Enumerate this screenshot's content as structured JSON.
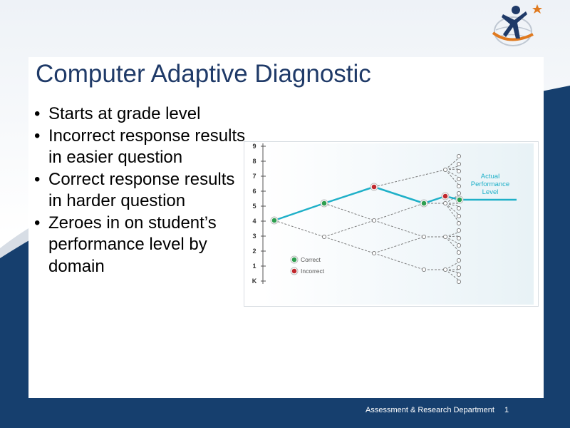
{
  "slide": {
    "title": "Computer Adaptive Diagnostic",
    "bullets": [
      "Starts at grade level",
      "Incorrect response results in easier question",
      "Correct response results in harder question",
      "Zeroes in on student’s performance level by domain"
    ]
  },
  "diagram": {
    "y_ticks": [
      "9",
      "8",
      "7",
      "6",
      "5",
      "4",
      "3",
      "2",
      "1",
      "K"
    ],
    "path_label_lines": [
      "Actual",
      "Performance",
      "Level"
    ],
    "legend": [
      {
        "label": "Correct",
        "color": "#2e9e4f"
      },
      {
        "label": "Incorrect",
        "color": "#c0282d"
      }
    ],
    "path_color": "#1fb0c8"
  },
  "footer": {
    "department": "Assessment & Research Department",
    "page_number": "1"
  },
  "colors": {
    "title": "#1f3a68",
    "navy": "#163f6e"
  }
}
